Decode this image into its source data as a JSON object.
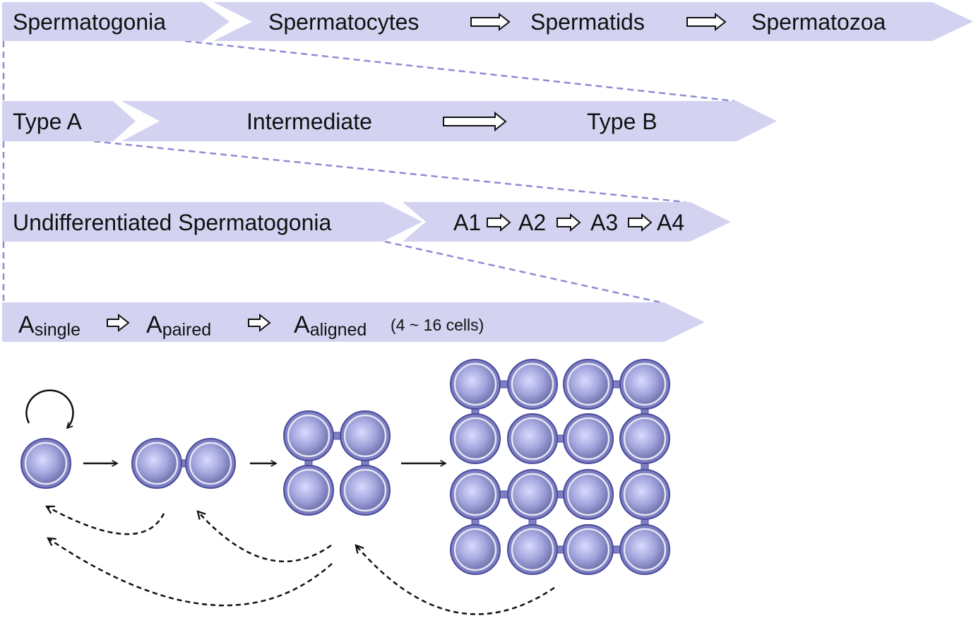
{
  "colors": {
    "banner_fill": "#d3d3f1",
    "connector": "#8c8cd4",
    "cell_outer": "#7d7fc2",
    "cell_border": "#4a4c9c",
    "cell_inner_light": "#d9dbff",
    "cell_inner_dark": "#6a6ca8",
    "bridge": "#7d7fc2",
    "text": "#111111"
  },
  "rows": {
    "stages": {
      "spermatogonia": "Spermatogonia",
      "spermatocytes": "Spermatocytes",
      "spermatids": "Spermatids",
      "spermatozoa": "Spermatozoa"
    },
    "spermatogonia_types": {
      "type_a": "Type A",
      "intermediate": "Intermediate",
      "type_b": "Type B"
    },
    "type_a": {
      "undifferentiated": "Undifferentiated Spermatogonia",
      "a1": "A1",
      "a2": "A2",
      "a3": "A3",
      "a4": "A4"
    },
    "undifferentiated": {
      "single_main": "A",
      "single_sub": "single",
      "paired_main": "A",
      "paired_sub": "paired",
      "aligned_main": "A",
      "aligned_sub": "aligned",
      "aligned_note": "(4 ~ 16 cells)"
    }
  },
  "icons": {
    "self_renewal": "circular-arrow-icon",
    "progression": "hollow-arrow-icon",
    "division": "solid-arrow-icon",
    "reversion": "dashed-curved-arrow-icon"
  }
}
